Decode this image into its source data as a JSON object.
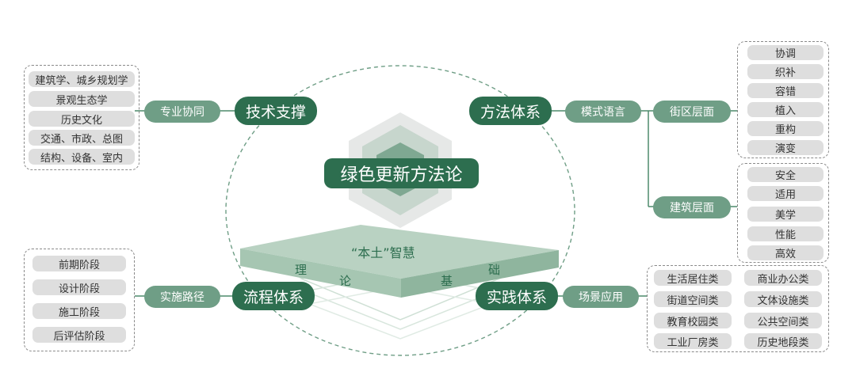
{
  "center": {
    "title": "绿色更新方法论",
    "wisdom": "“本土”智慧",
    "foundation": [
      "理",
      "论",
      "基",
      "础"
    ]
  },
  "pillars": {
    "tech": "技术支撑",
    "method": "方法体系",
    "process": "流程体系",
    "practice": "实践体系"
  },
  "connectors": {
    "tech": "专业协同",
    "method": "模式语言",
    "process": "实施路径",
    "practice": "场景应用",
    "district": "街区层面",
    "building": "建筑层面"
  },
  "tech_items": [
    "建筑学、城乡规划学",
    "景观生态学",
    "历史文化",
    "交通、市政、总图",
    "结构、设备、室内"
  ],
  "district_items": [
    "协调",
    "织补",
    "容错",
    "植入",
    "重构",
    "演变"
  ],
  "building_items": [
    "安全",
    "适用",
    "美学",
    "性能",
    "高效"
  ],
  "process_items": [
    "前期阶段",
    "设计阶段",
    "施工阶段",
    "后评估阶段"
  ],
  "practice_items": [
    "生活居住类",
    "商业办公类",
    "街道空间类",
    "文体设施类",
    "教育校园类",
    "公共空间类",
    "工业厂房类",
    "历史地段类"
  ],
  "colors": {
    "dark_green": "#2d6e4f",
    "mid_green": "#6f9e86",
    "light_green": "#cfe0d5",
    "item_gray": "#dedede"
  }
}
